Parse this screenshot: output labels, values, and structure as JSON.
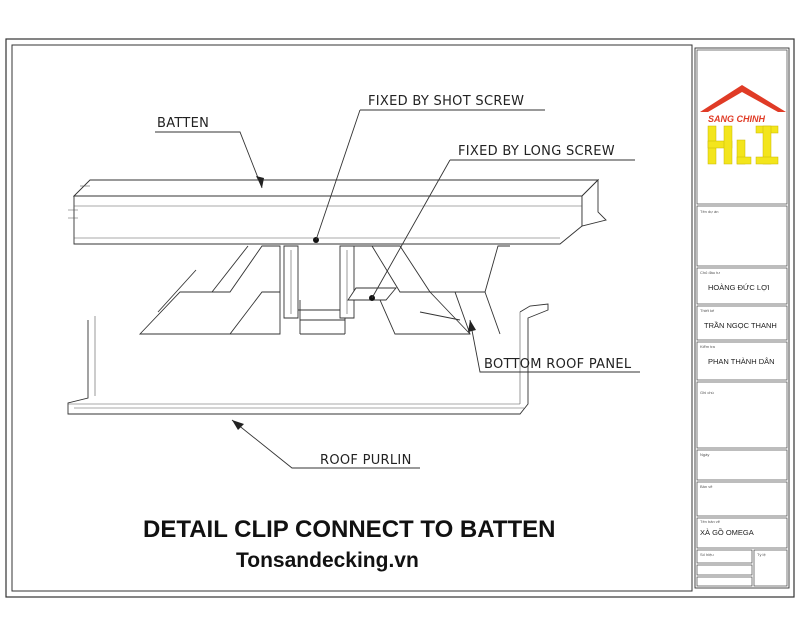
{
  "drawing": {
    "labels": {
      "batten": "BATTEN",
      "shot_screw": "FIXED  BY SHOT SCREW",
      "long_screw": "FIXED  BY LONG SCREW",
      "bottom_panel": "BOTTOM ROOF PANEL",
      "purlin": "ROOF PURLIN"
    },
    "title": "DETAIL CLIP CONNECT TO BATTEN",
    "website": "Tonsandecking.vn"
  },
  "title_block": {
    "logo_text": "SANG CHINH",
    "logo_colors": {
      "roof": "#e03b26",
      "letters": "#f3e51c"
    },
    "field_labels": [
      "Tên dự án",
      "Chủ đầu tư",
      "Thiết kế",
      "Kiểm tra",
      "Ghi chú",
      "Ngày",
      "Bản vẽ",
      "Tên bản vẽ",
      "Số hiệu",
      "Tỷ lệ"
    ],
    "designer": "HOÀNG ĐỨC LỢI",
    "checker": "TRẦN NGỌC THANH",
    "approver": "PHAN THÀNH DÂN",
    "drawing_name": "XÀ GỒ OMEGA"
  }
}
